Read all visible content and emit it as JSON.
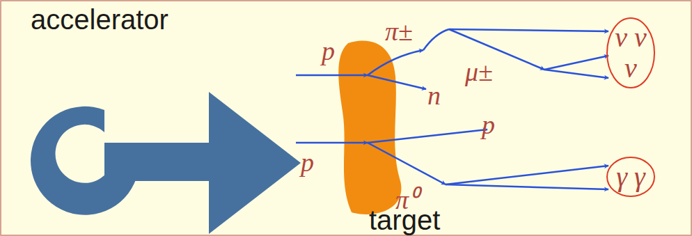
{
  "diagram": {
    "nodes": [
      {
        "text": [
          "ν ν ν"
        ]
      },
      {
        "text": [
          "γ γ"
        ]
      }
    ],
    "labels": [
      "accelerator",
      "p",
      "π±",
      "n",
      "μ±",
      "p",
      "p",
      "π⁰",
      "target"
    ]
  }
}
